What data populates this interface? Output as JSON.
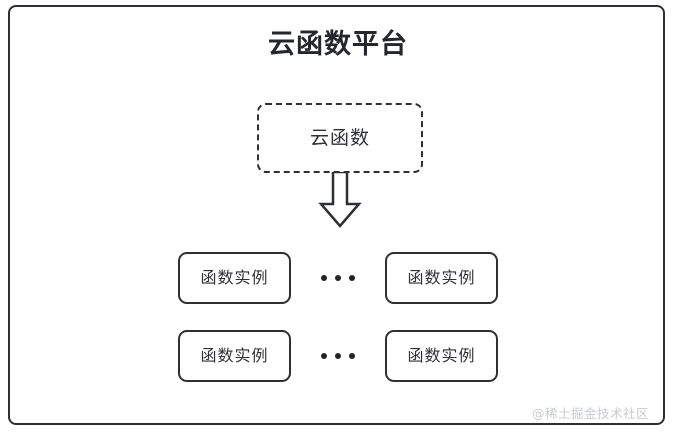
{
  "diagram": {
    "title": "云函数平台",
    "frame_color": "#2f3033",
    "background": "#ffffff",
    "cloud_function": {
      "label": "云函数",
      "border_style": "dashed"
    },
    "arrow": {
      "name": "down-block-arrow",
      "direction": "down",
      "fill": "#ffffff",
      "stroke": "#2f3033"
    },
    "rows": [
      {
        "left_instance": "函数实例",
        "ellipsis": "•••",
        "right_instance": "函数实例"
      },
      {
        "left_instance": "函数实例",
        "ellipsis": "•••",
        "right_instance": "函数实例"
      }
    ],
    "watermark": "@稀土掘金技术社区"
  }
}
